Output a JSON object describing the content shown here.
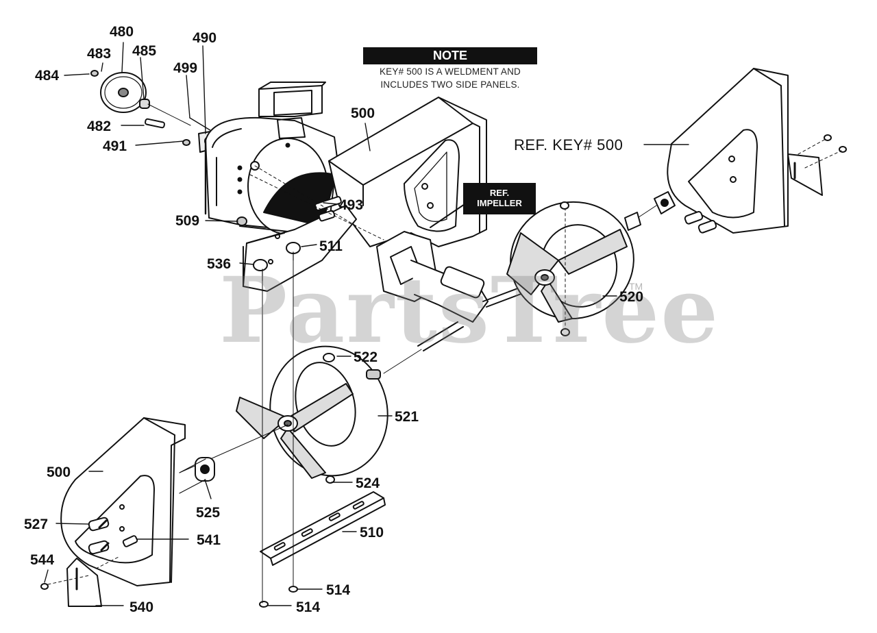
{
  "note": {
    "heading": "NOTE",
    "lines": [
      "KEY# 500 IS A WELDMENT AND",
      "INCLUDES TWO SIDE PANELS."
    ]
  },
  "callout": {
    "line1": "REF.",
    "line2": "IMPELLER"
  },
  "ref_key_label": "REF. KEY# 500",
  "watermark": {
    "text": "PartsTree",
    "tm": "TM"
  },
  "parts": {
    "p480": "480",
    "p483": "483",
    "p485": "485",
    "p484": "484",
    "p490": "490",
    "p499": "499",
    "p482": "482",
    "p491": "491",
    "p500_top": "500",
    "p493": "493",
    "p509": "509",
    "p511": "511",
    "p536": "536",
    "p520": "520",
    "p522": "522",
    "p521": "521",
    "p500_left": "500",
    "p525": "525",
    "p524": "524",
    "p527": "527",
    "p541": "541",
    "p510": "510",
    "p544": "544",
    "p514_a": "514",
    "p540": "540",
    "p514_b": "514"
  }
}
